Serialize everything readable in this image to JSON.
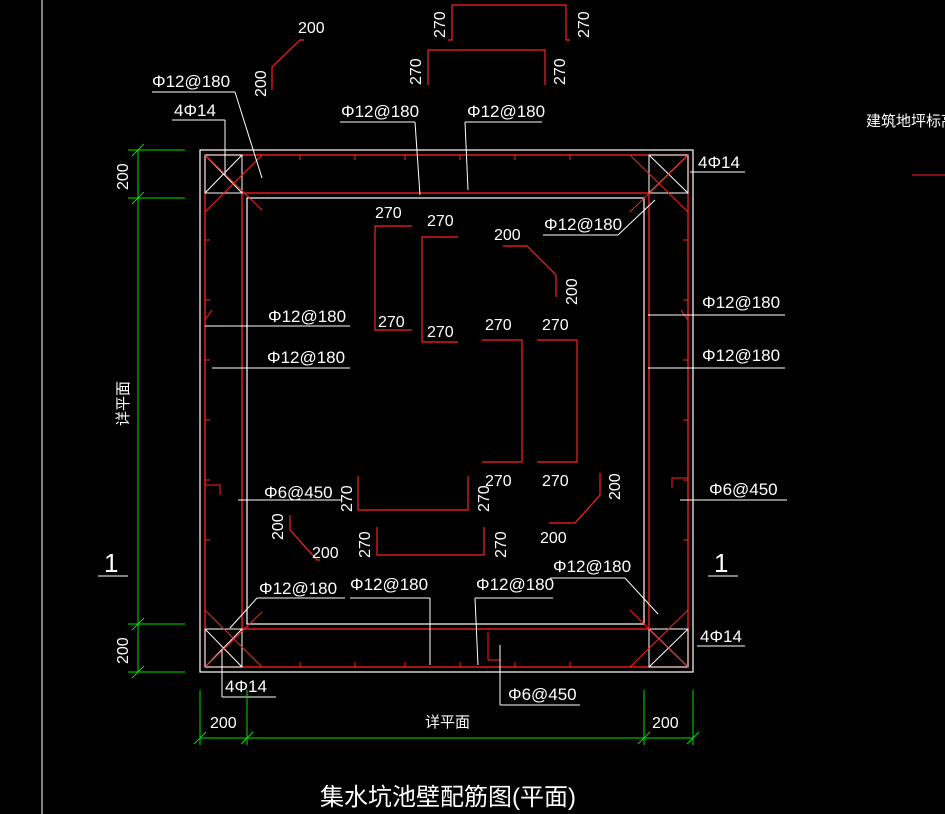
{
  "drawing": {
    "title": "集水坑池壁配筋图(平面)",
    "side_note": "建筑地坪标高-",
    "section_mark": "1",
    "rebar_main": "Φ12@180",
    "rebar_corner": "4Φ14",
    "rebar_stirrup": "Φ6@450",
    "hook_len_200": "200",
    "hook_len_270": "270",
    "dim_200": "200",
    "dim_span": "详平面"
  },
  "colors": {
    "background": "#000000",
    "text": "#ffffff",
    "rebar": "#ff2020",
    "dimension": "#00e000"
  }
}
